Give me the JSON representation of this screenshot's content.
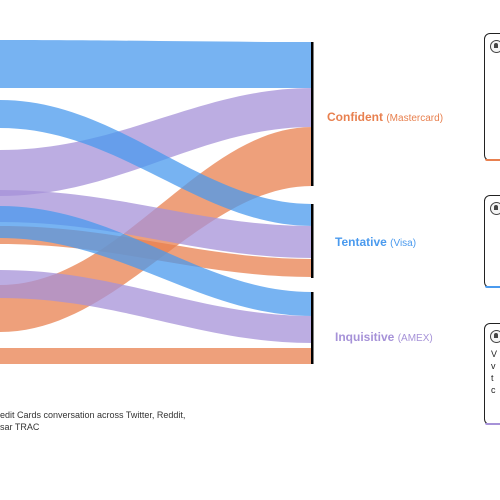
{
  "colors": {
    "confident": "#e8804f",
    "tentative": "#4a9aee",
    "inquisitive": "#a692d8",
    "node_bar": "#000000"
  },
  "nodes": [
    {
      "id": "confident",
      "label": "Confident",
      "brand": "(Mastercard)",
      "color": "#e8804f"
    },
    {
      "id": "tentative",
      "label": "Tentative",
      "brand": "(Visa)",
      "color": "#4a9aee"
    },
    {
      "id": "inquisitive",
      "label": "Inquisitive",
      "brand": "(AMEX)",
      "color": "#a692d8"
    }
  ],
  "flows": [
    {
      "to": "confident",
      "color": "tentative",
      "value": 4
    },
    {
      "to": "confident",
      "color": "inquisitive",
      "value": 4
    },
    {
      "to": "confident",
      "color": "confident",
      "value": 6
    },
    {
      "to": "tentative",
      "color": "tentative",
      "value": 2
    },
    {
      "to": "tentative",
      "color": "inquisitive",
      "value": 3
    },
    {
      "to": "tentative",
      "color": "confident",
      "value": 2
    },
    {
      "to": "inquisitive",
      "color": "tentative",
      "value": 2
    },
    {
      "to": "inquisitive",
      "color": "inquisitive",
      "value": 2
    },
    {
      "to": "inquisitive",
      "color": "confident",
      "value": 1.5
    }
  ],
  "cards": [
    {
      "id": "confident",
      "icon": "user-avatar-icon",
      "lines": [],
      "color": "#e8804f"
    },
    {
      "id": "tentative",
      "icon": "user-avatar-icon",
      "lines": [],
      "color": "#4a9aee"
    },
    {
      "id": "inquisitive",
      "icon": "user-avatar-icon",
      "lines": [
        "V",
        "v",
        "t",
        "c"
      ],
      "color": "#a692d8"
    }
  ],
  "footnote": {
    "line1": "edit Cards conversation across Twitter, Reddit,",
    "line2": "sar TRAC"
  }
}
